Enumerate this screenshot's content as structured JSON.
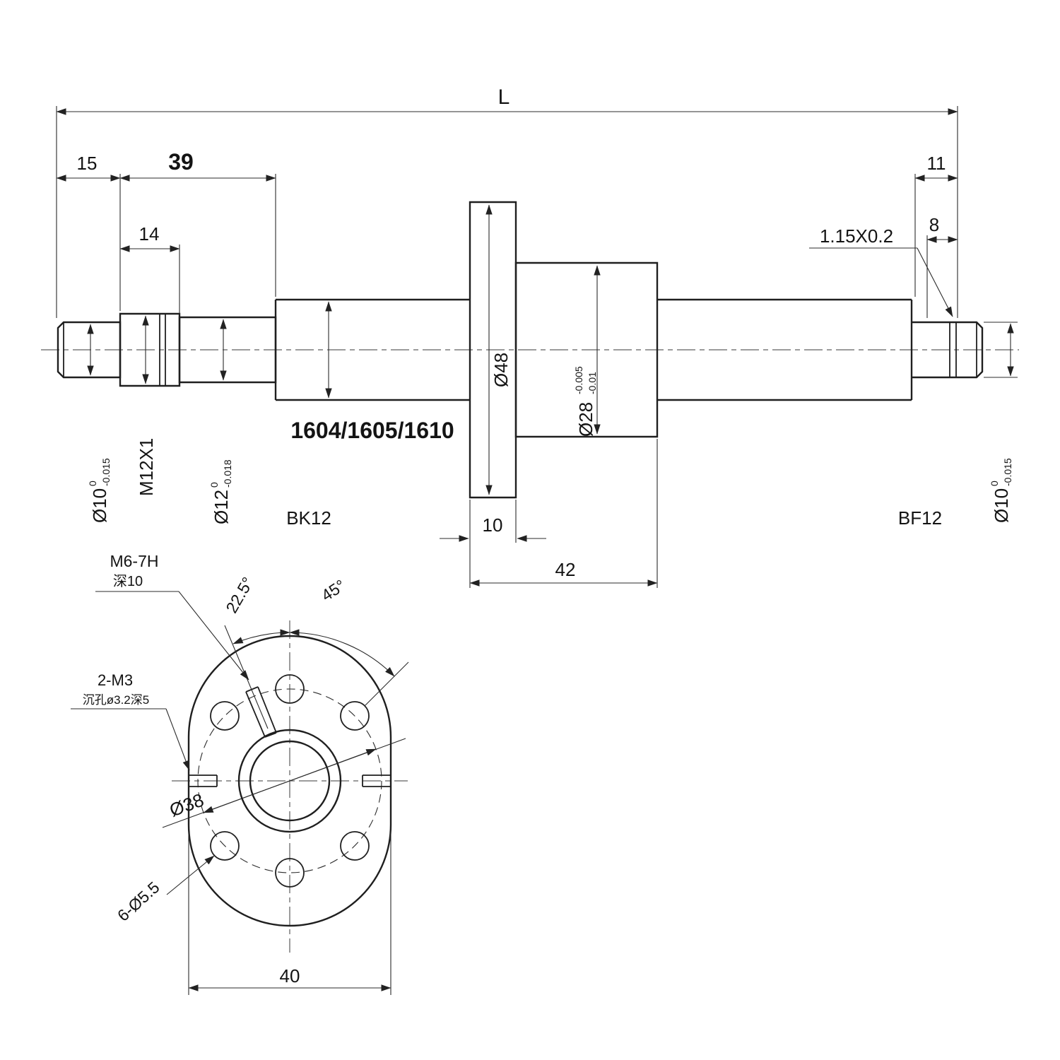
{
  "drawing": {
    "title_hint": "Ballscrew shaft with flanged nut - dimensioned drawing"
  },
  "side_view": {
    "dim_L": "L",
    "dim_15": "15",
    "dim_39": "39",
    "dim_14": "14",
    "dim_11": "11",
    "dim_8": "8",
    "groove_callout": "1.15X0.2",
    "dia10_left": {
      "main": "Ø10",
      "tol_top": "0",
      "tol_bot": "-0.015"
    },
    "thread_label": "M12X1",
    "dia12": {
      "main": "Ø12",
      "tol_top": "0",
      "tol_bot": "-0.018"
    },
    "screw_models": "1604/1605/1610",
    "dia48": "Ø48",
    "dia28": {
      "main": "Ø28",
      "tol_top": "-0.005",
      "tol_bot": "-0.01"
    },
    "dia10_right": {
      "main": "Ø10",
      "tol_top": "0",
      "tol_bot": "-0.015"
    },
    "support_left": "BK12",
    "support_right": "BF12",
    "dim_flange_width": "10",
    "dim_nut_length": "42"
  },
  "front_view": {
    "m6_callout_line1": "M6-7H",
    "m6_callout_line2": "深10",
    "angle_small": "22.5°",
    "angle_large": "45°",
    "m3_callout_line1": "2-M3",
    "m3_callout_line2": "沉孔ø3.2深5",
    "bolt_circle_dia": "Ø38",
    "bolt_holes": "6-Ø5.5",
    "dim_across_flats": "40"
  }
}
